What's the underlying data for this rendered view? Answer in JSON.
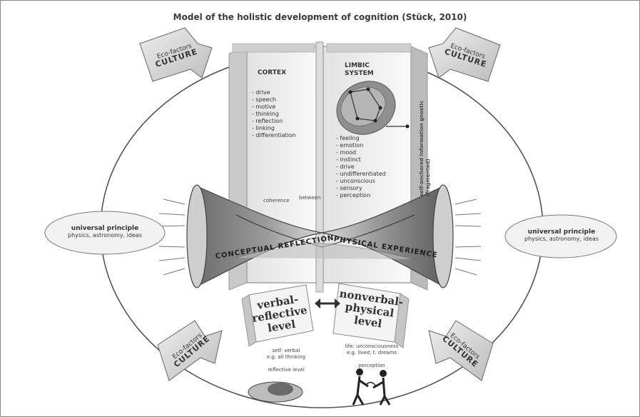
{
  "title": "Model of the holistic development of cognition (Stück, 2010)",
  "eco": {
    "top_left": {
      "line1": "Eco-factors",
      "line2": "CULTURE"
    },
    "top_right": {
      "line1": "Eco-factors",
      "line2": "CULTURE"
    },
    "bottom_left": {
      "line1": "Eco-factors",
      "line2": "CULTURE"
    },
    "bottom_right": {
      "line1": "Eco-factors",
      "line2": "CULTURE"
    }
  },
  "cortex": {
    "heading": "CORTEX",
    "items": [
      "- drive",
      "- speech",
      "- motive",
      "- thinking",
      "- reflection",
      "- linking",
      "- differentiation"
    ],
    "bottom_left": "coherence",
    "bottom_right": "between"
  },
  "limbic": {
    "heading": "LIMBIC",
    "heading2": "SYSTEM",
    "items": [
      "- feeling",
      "- emotion",
      "- mood",
      "- instinct",
      "- drive",
      "- undifferentiated",
      "- unconscious",
      "- sensory",
      "- perception"
    ],
    "vertical_label": "self-anchored information gnostic (fragmented)"
  },
  "hourglass": {
    "left": "CONCEPTUAL REFLECTION",
    "right": "PHYSICAL EXPERIENCE"
  },
  "universal": {
    "left": {
      "title": "universal principle",
      "subtitle": "physics, astronomy, ideas"
    },
    "right": {
      "title": "universal principle",
      "subtitle": "physics, astronomy, ideas"
    }
  },
  "levels": {
    "verbal": [
      "verbal-",
      "reflective",
      "level"
    ],
    "nonverbal": [
      "nonverbal-",
      "physical",
      "level"
    ],
    "verbal_notes": [
      "self: verbal",
      "e.g. all thinking",
      "",
      "reflective level"
    ],
    "nonverbal_notes": [
      "life: unconsciousness",
      "e.g. lived, t. dreams",
      "",
      "perception"
    ]
  }
}
